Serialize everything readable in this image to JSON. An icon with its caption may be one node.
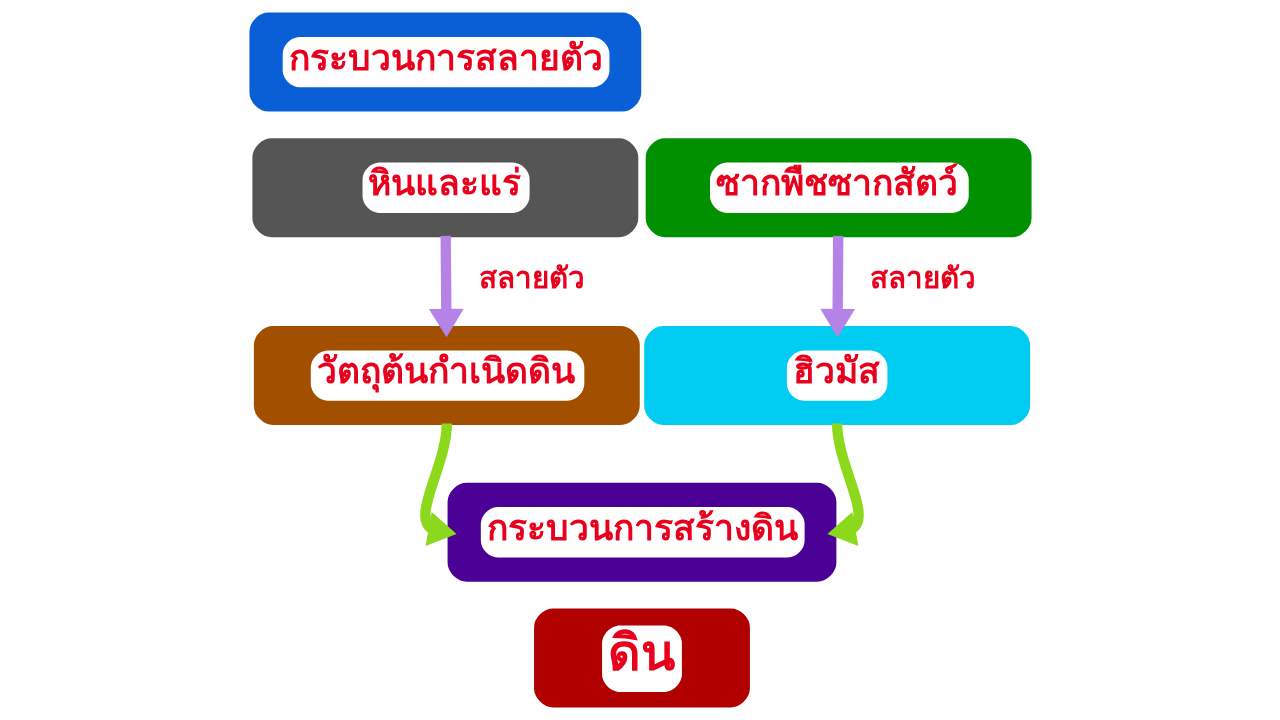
{
  "diagram": {
    "nodes": [
      {
        "text": [
          "กระบวนการสลายตัว"
        ]
      },
      {
        "text": [
          "หินและแร่"
        ]
      },
      {
        "text": [
          "ซากพืชซากสัตว์"
        ]
      },
      {
        "text": [
          "วัตถุต้นกำเนิดดิน"
        ]
      },
      {
        "text": [
          "ฮิวมัส"
        ]
      },
      {
        "text": [
          "กระบวนการสร้างดิน"
        ]
      },
      {
        "text": [
          "ดิน"
        ]
      }
    ],
    "edges": [
      {
        "from": 1,
        "to": 3,
        "arrow": "to",
        "label": "สลายตัว",
        "color": "#b583e8"
      },
      {
        "from": 2,
        "to": 4,
        "arrow": "to",
        "label": "สลายตัว",
        "color": "#b583e8"
      },
      {
        "from": 3,
        "to": 5,
        "arrow": "to",
        "color": "#8cd81c"
      },
      {
        "from": 4,
        "to": 5,
        "arrow": "to",
        "color": "#8cd81c"
      }
    ]
  }
}
